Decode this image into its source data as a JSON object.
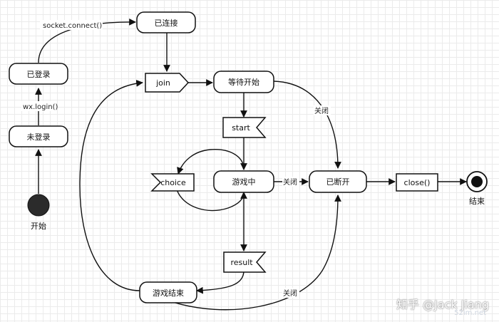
{
  "nodes": {
    "connected": "已连接",
    "logged_in": "已登录",
    "not_logged_in": "未登录",
    "start": "开始",
    "join": "join",
    "waiting": "等待开始",
    "start_evt": "start",
    "playing": "游戏中",
    "choice": "choice",
    "disconnected": "已断开",
    "close": "close()",
    "end": "结束",
    "result": "result",
    "game_over": "游戏结束"
  },
  "edge_labels": {
    "socket_connect": "socket.connect()",
    "wx_login": "wx.login()",
    "close_1": "关闭",
    "close_2": "关闭",
    "close_3": "关闭"
  },
  "watermark": {
    "text": "知乎 @Jack Jiang",
    "sub": "52im.net"
  }
}
